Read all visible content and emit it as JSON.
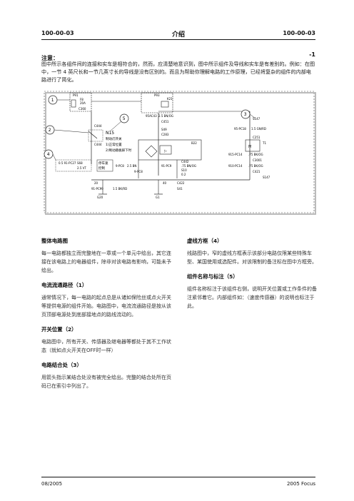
{
  "header": {
    "left": "100-00-03",
    "center": "介绍",
    "right": "100-00-03"
  },
  "note": {
    "title": "注意：",
    "number": "-1",
    "text": "图中所示各组件间的连接和实车是相符合的，然而，应清楚地意识到，图中所示组件及导线和实车是有差别的。例如：在图中，一节 4 英尺长和一节几英寸长的导线是没有区别的。而且为帮助你理解电路的工作原理，已经将复杂的组件的内部电路进行了简化。"
  },
  "diagram": {
    "callouts": [
      "1",
      "2",
      "3",
      "4",
      "5"
    ],
    "labels": {
      "p91_a": "P91",
      "p93": "P93",
      "k21": "K21",
      "c360": "C360",
      "f8": "F8",
      "a20": "20A",
      "wire_95ac43": "95AC43",
      "wire_25bn": "2.5 BN/OG",
      "c451_a": "C451",
      "s49": "S49",
      "c283": "C283",
      "b22": "B22",
      "n15": "N15",
      "n15_desc1": "制动灯开关",
      "n15_desc2": "1)正常位置",
      "n15_desc3": "2)制动踏板踩下时",
      "c444_a": "C444",
      "c444_b": "C444",
      "s68": "S68",
      "pin91pc27": "0.5 91-PC27",
      "wire_25vt": "2.5 VT",
      "box_text1": "停车速",
      "box_text2": "控制",
      "w_9pc8_a": "9-PC8",
      "w_25bn_a": "2.5 BN",
      "w_9pc8_b": "9-PC8",
      "w_6": "6",
      "w_m": "M",
      "w_91pc9": "91-PC9",
      "w_2": "2",
      "c442": "C442",
      "w_75bn": ".75 BN/OG",
      "s10": "S10",
      "w_02": "0.2",
      "s147": "S147",
      "w_95pc18": "95-PC18",
      "w_15gn": "1.5 GN/RD",
      "c251": "C251",
      "t1": "T1",
      "w_915pc14": "915-PC14",
      "w_75bk": ".75 BK/OG",
      "c3001": "C3001",
      "w_9105pc14": "910-PC14",
      "w_75bk2": ".75 BK/OG",
      "c421": "C421",
      "s147_b": "S147",
      "w_91pc99": "91-PC99",
      "w_15bk": "1.5 BK/RD",
      "g20": "G20",
      "c422": "C422",
      "s41": "S41",
      "g1": "G1",
      "n20": "20",
      "n40": "40",
      "n5": "5",
      "n1": "1",
      "n2": "2",
      "n3": "3",
      "n4": "4"
    }
  },
  "left_column": [
    {
      "title": "整体电路图",
      "body": "每一电路都独立而完整地在一章或一个单元中绘出，其它连接在该电路上的电器组件，除非对该电路有影响，可能未予绘出。"
    },
    {
      "title": "电流流通路径（1）",
      "body": "通常情况下，每一电路的起点总是从诸如保险丝或点火开关等提供电源的组件开始。电路图中，电流流通路径是按从该页顶部电源处到底部接地点的路线流动的。"
    },
    {
      "title": "开关位置（2）",
      "body": "电路图中，所有开关、传感器及继电器等都处于其不工作状态（就如点火开关在OFF时一样）"
    },
    {
      "title": "电路结合处（3）",
      "body": "用箭头指示某结合处没有被完全绘出。完整的结合处所在页码已在索引中列出了。"
    }
  ],
  "right_column": [
    {
      "title": "虚线方框（4）",
      "body": "线路图中，窄的虚线方框表示该部分电路仅限某些特殊车型、某国使用或选配件。对该限制的备注标在图中方框旁。"
    },
    {
      "title": "组件名称与标注（5）",
      "body": "组件名称标注于该组件右侧，说明开关位置或工作条件的备注紧邻着它。内部组件如：（速度传感器）的说明也标注于此。"
    }
  ],
  "footer": {
    "left": "08/2005",
    "right": "2005 Focus"
  }
}
